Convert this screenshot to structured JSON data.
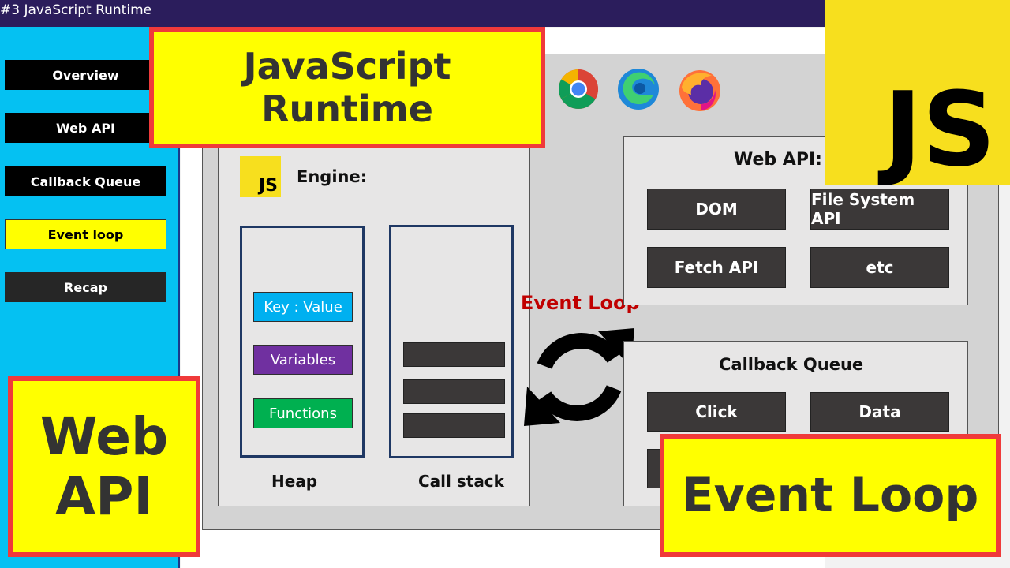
{
  "window": {
    "title": "#3 JavaScript Runtime"
  },
  "sidebar": {
    "items": [
      {
        "label": "Overview",
        "active": false
      },
      {
        "label": "Web API",
        "active": false
      },
      {
        "label": "Callback Queue",
        "active": false
      },
      {
        "label": "Event loop",
        "active": true
      },
      {
        "label": "Recap",
        "active": false
      }
    ]
  },
  "banners": {
    "title": "JavaScript Runtime",
    "left_line1": "Web",
    "left_line2": "API",
    "bottom_right": "Event Loop",
    "logo": "JS"
  },
  "browsers": [
    "chrome-icon",
    "edge-icon",
    "firefox-icon"
  ],
  "engine": {
    "logo": "JS",
    "label": "Engine:",
    "heap": {
      "label": "Heap",
      "items": [
        {
          "label": "Key : Value",
          "color": "#00b0f0"
        },
        {
          "label": "Variables",
          "color": "#7030a0"
        },
        {
          "label": "Functions",
          "color": "#00b050"
        }
      ]
    },
    "call_stack": {
      "label": "Call stack",
      "frames": 3
    }
  },
  "event_loop": {
    "label": "Event Loop",
    "color": "#c00000"
  },
  "web_api": {
    "label": "Web API:",
    "items": [
      "DOM",
      "File System API",
      "Fetch API",
      "etc"
    ]
  },
  "callback_queue": {
    "label": "Callback Queue",
    "items": [
      "Click",
      "Data"
    ]
  },
  "colors": {
    "sidebar": "#05c1f2",
    "active_nav": "#ffff00",
    "banner": "#ffff00",
    "banner_border": "#f03a3a",
    "js_yellow": "#f7df1e"
  }
}
